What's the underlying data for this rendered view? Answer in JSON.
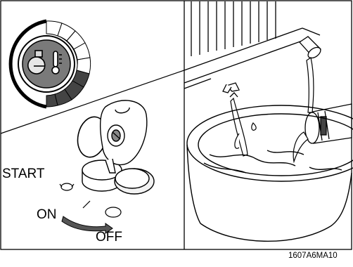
{
  "labels": {
    "start": "START",
    "on": "ON",
    "off": "OFF",
    "figure_code": "1607A6MA10"
  },
  "icons": [
    "coolant-temperature-gauge-icon",
    "ignition-key-icon",
    "radiator-icon",
    "water-bucket-icon"
  ]
}
